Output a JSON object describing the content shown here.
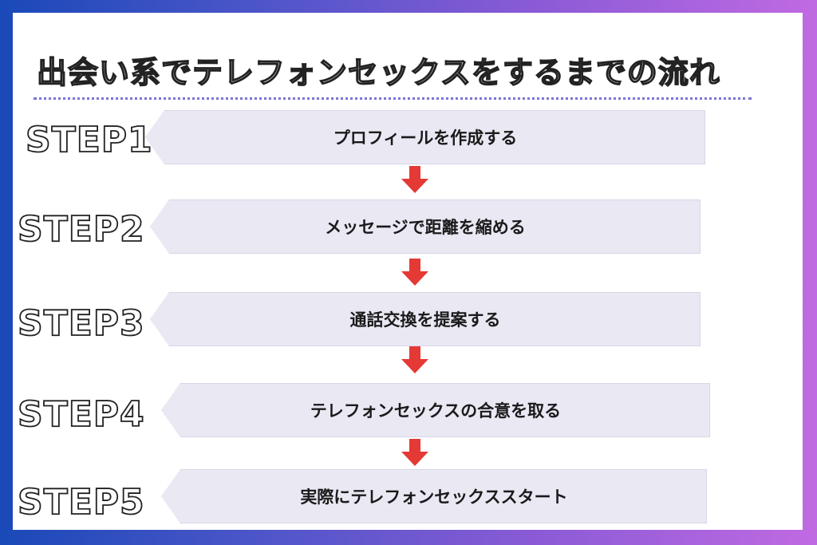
{
  "title": "出会い系でテレフォンセックスをするまでの流れ",
  "arrow_color": "#e53935",
  "steps": [
    {
      "label": "STEP1",
      "text": "プロフィールを作成する"
    },
    {
      "label": "STEP2",
      "text": "メッセージで距離を縮める"
    },
    {
      "label": "STEP3",
      "text": "通話交換を提案する"
    },
    {
      "label": "STEP4",
      "text": "テレフォンセックスの合意を取る"
    },
    {
      "label": "STEP5",
      "text": "実際にテレフォンセックススタート"
    }
  ]
}
